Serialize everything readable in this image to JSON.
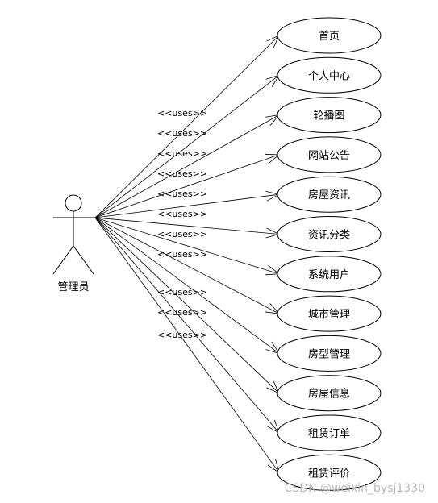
{
  "actor": {
    "label": "管理员"
  },
  "stereotype": "<<uses>>",
  "use_cases": [
    {
      "label": "首页"
    },
    {
      "label": "个人中心"
    },
    {
      "label": "轮播图"
    },
    {
      "label": "网站公告"
    },
    {
      "label": "房屋资讯"
    },
    {
      "label": "资讯分类"
    },
    {
      "label": "系统用户"
    },
    {
      "label": "城市管理"
    },
    {
      "label": "房型管理"
    },
    {
      "label": "房屋信息"
    },
    {
      "label": "租赁订单"
    },
    {
      "label": "租赁评价"
    }
  ],
  "watermark": "CSDN @weixin_bysj1330"
}
